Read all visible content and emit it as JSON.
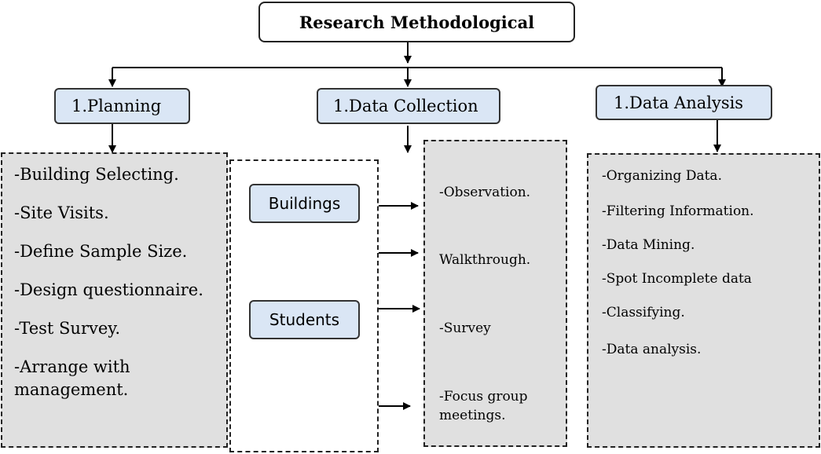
{
  "title": "Research Methodological",
  "phases": {
    "planning": "1.Planning",
    "collection": "1.Data Collection",
    "analysis": "1.Data Analysis"
  },
  "planning_items": [
    "-Building Selecting.",
    "-Site Visits.",
    "-Define Sample Size.",
    "-Design questionnaire.",
    "-Test Survey.",
    "-Arrange with",
    "management."
  ],
  "sources": [
    "Buildings",
    "Students"
  ],
  "collection_items": [
    "-Observation.",
    "Walkthrough.",
    "-Survey",
    "-Focus group",
    "meetings."
  ],
  "analysis_items": [
    "-Organizing Data.",
    "-Filtering Information.",
    "-Data Mining.",
    "-Spot Incomplete data",
    "-Classifying.",
    "-Data analysis."
  ]
}
